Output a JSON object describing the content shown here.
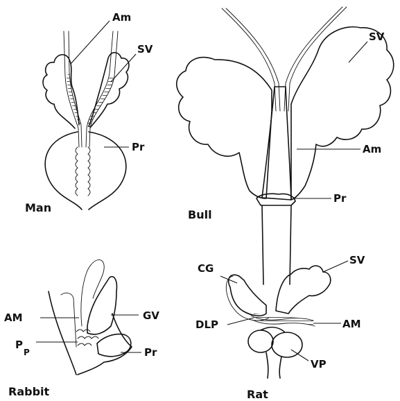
{
  "panels": {
    "man": {
      "name": "Man",
      "labels": {
        "am": "Am",
        "sv": "SV",
        "pr": "Pr"
      }
    },
    "bull": {
      "name": "Bull",
      "labels": {
        "sv": "SV",
        "am": "Am",
        "pr": "Pr"
      }
    },
    "rabbit": {
      "name": "Rabbit",
      "labels": {
        "am": "AM",
        "gv": "GV",
        "pp_main": "P",
        "pp_sub": "P",
        "pr": "Pr"
      }
    },
    "rat": {
      "name": "Rat",
      "labels": {
        "cg": "CG",
        "sv": "SV",
        "dlp": "DLP",
        "am": "AM",
        "vp": "VP"
      }
    }
  }
}
